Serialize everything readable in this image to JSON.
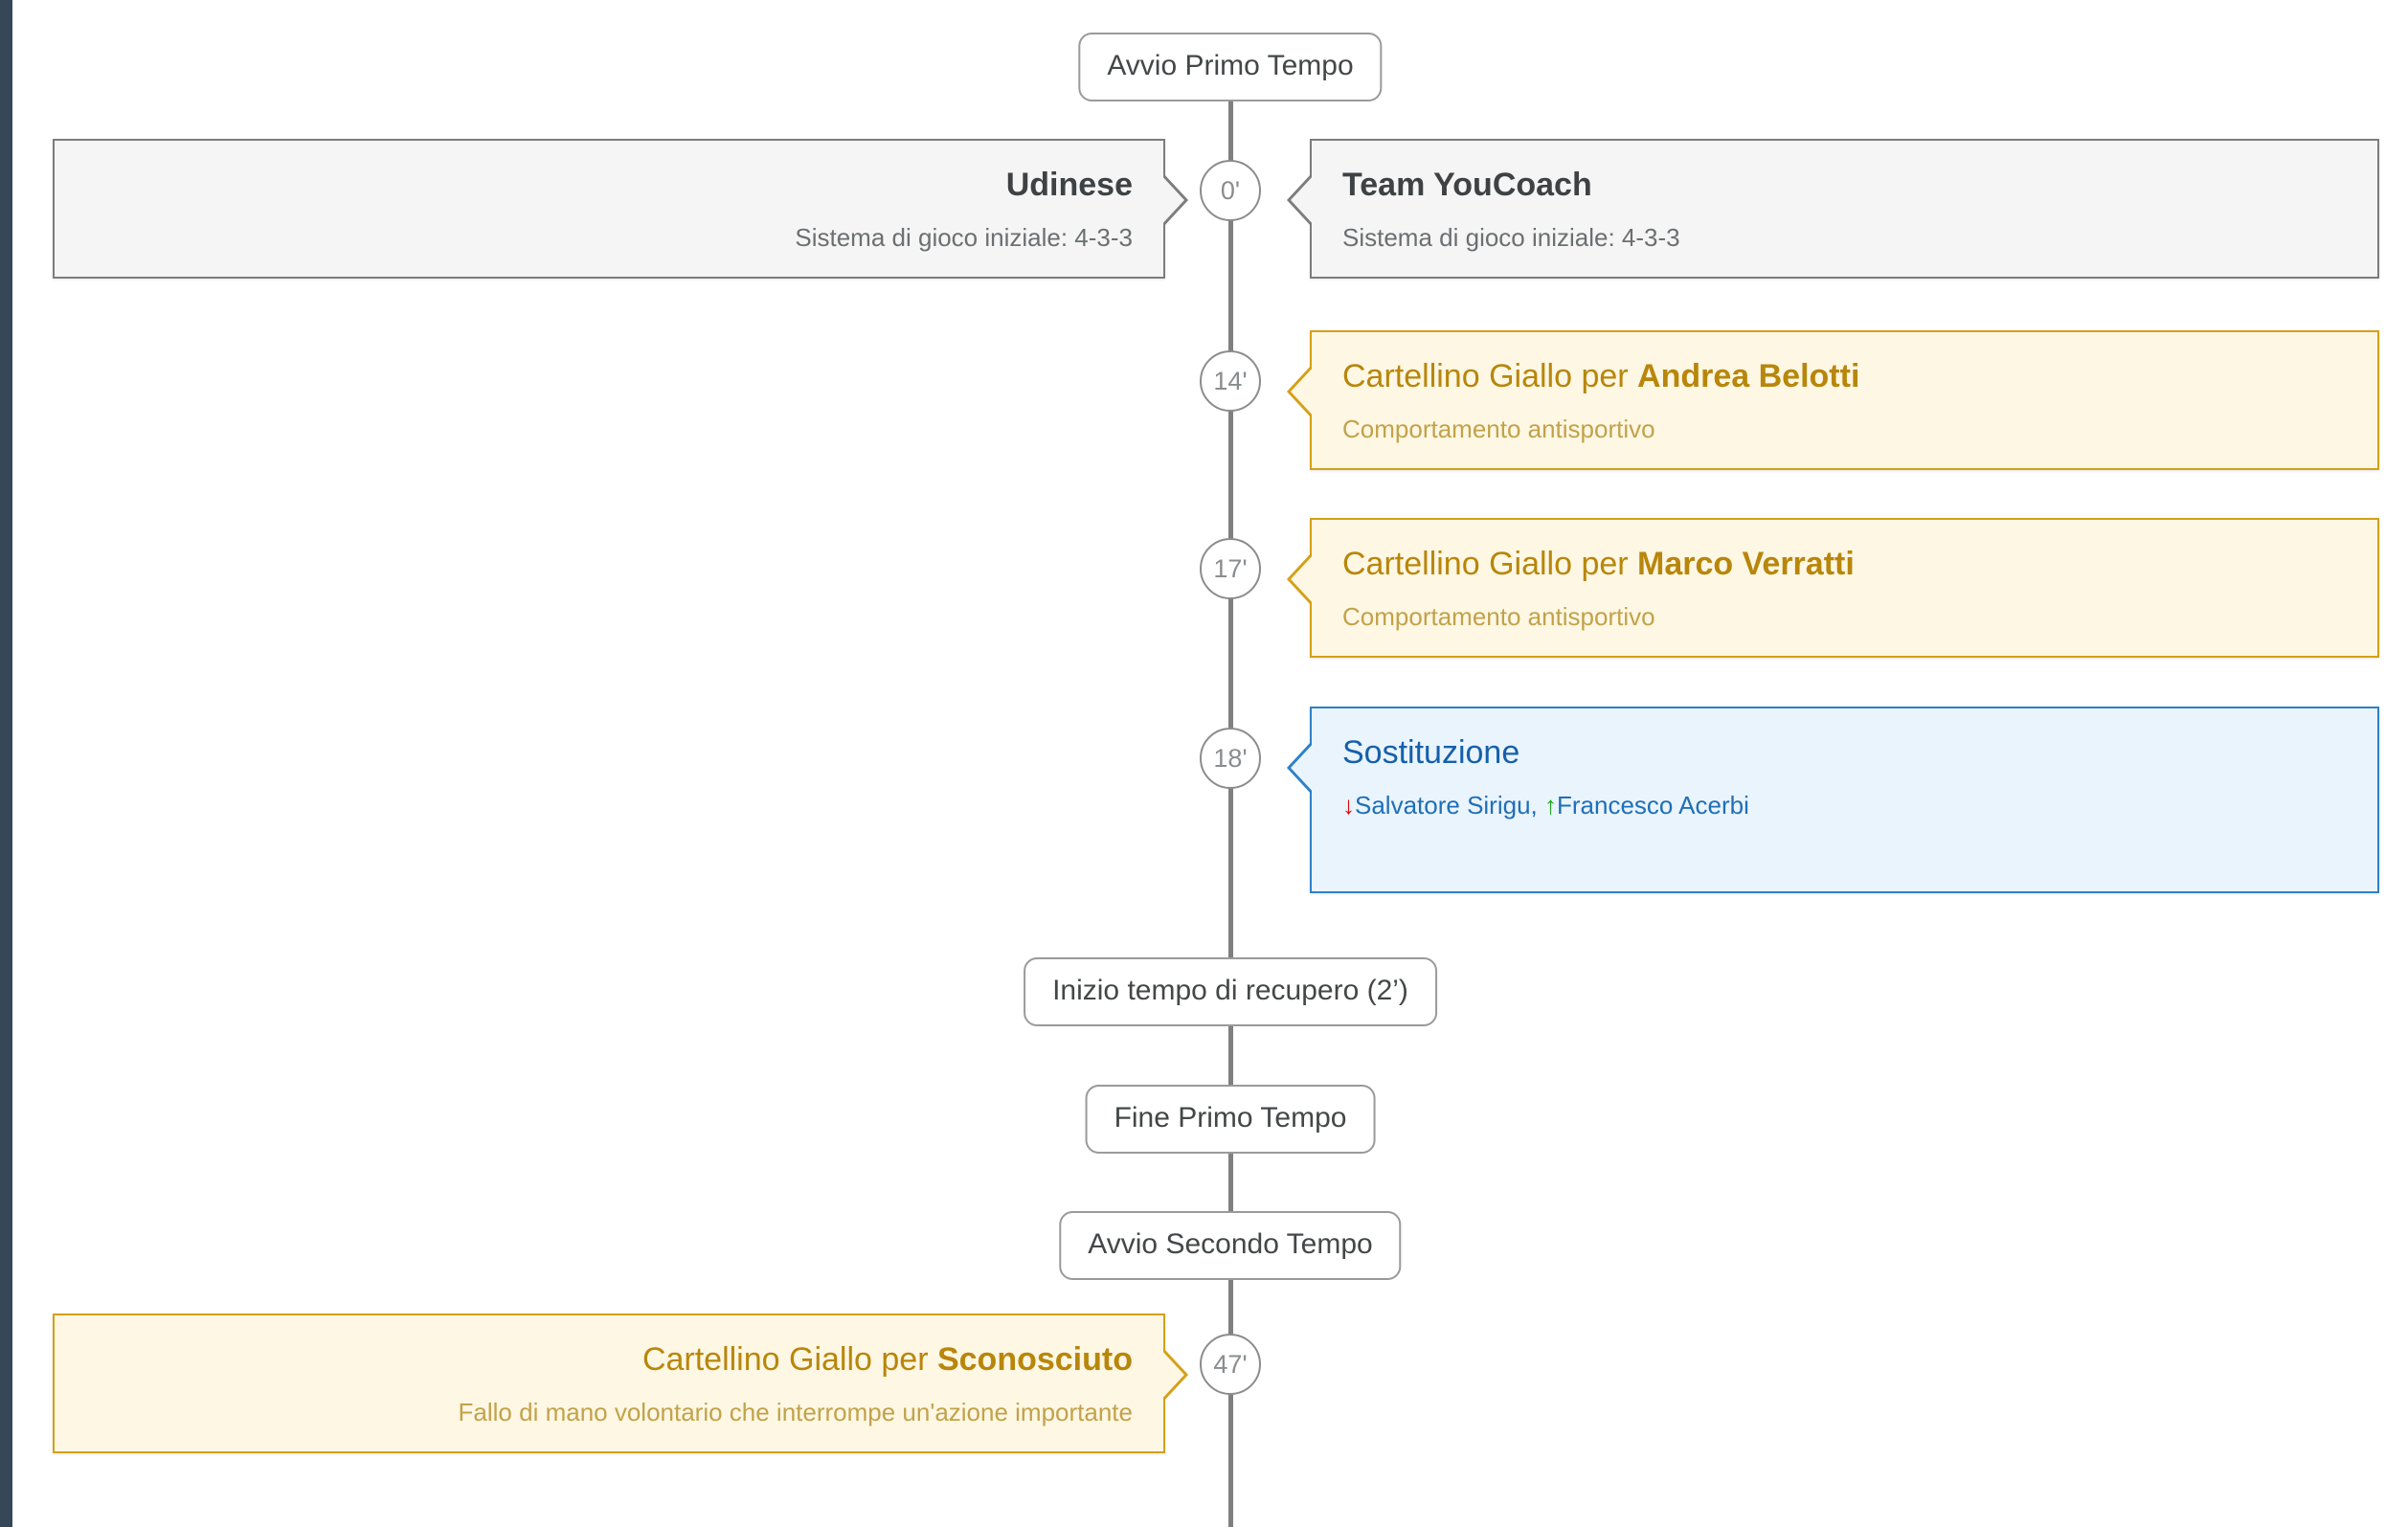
{
  "theme": {
    "rail_color": "#37475a",
    "spine_color": "#808080",
    "warn_border": "#d4a017",
    "warn_bg": "#fdf7e3",
    "warn_text": "#b8860b",
    "info_border": "#2e81c6",
    "info_bg": "#eaf4fc",
    "info_text": "#1560ac",
    "neutral_bg": "#f5f5f5",
    "neutral_border": "#7d7d7d",
    "arrow_out_color": "#e30613",
    "arrow_in_color": "#17a81a"
  },
  "timeline": {
    "markers": [
      {
        "kind": "pill",
        "label": "Avvio Primo Tempo"
      },
      {
        "kind": "pill",
        "label": "Inizio tempo di recupero (2’)"
      },
      {
        "kind": "pill",
        "label": "Fine Primo Tempo"
      },
      {
        "kind": "pill",
        "label": "Avvio Secondo Tempo"
      }
    ],
    "minutes": {
      "kickoff": "0'",
      "card1": "14'",
      "card2": "17'",
      "sub1": "18'",
      "card3": "47'"
    }
  },
  "lineups": {
    "home": {
      "team": "Udinese",
      "formation": "Sistema di gioco iniziale: 4-3-3"
    },
    "away": {
      "team": "Team YouCoach",
      "formation": "Sistema di gioco iniziale: 4-3-3"
    }
  },
  "events": {
    "card_belotti": {
      "title_prefix": "Cartellino Giallo per ",
      "player": "Andrea Belotti",
      "reason": "Comportamento antisportivo"
    },
    "card_verratti": {
      "title_prefix": "Cartellino Giallo per ",
      "player": "Marco Verratti",
      "reason": "Comportamento antisportivo"
    },
    "substitution": {
      "title": "Sostituzione",
      "arrow_out_glyph": "↓",
      "player_out": "Salvatore Sirigu",
      "separator": ", ",
      "arrow_in_glyph": "↑",
      "player_in": "Francesco Acerbi"
    },
    "card_unknown": {
      "title_prefix": "Cartellino Giallo per ",
      "player": "Sconosciuto",
      "reason": "Fallo di mano volontario che interrompe un'azione importante"
    }
  }
}
